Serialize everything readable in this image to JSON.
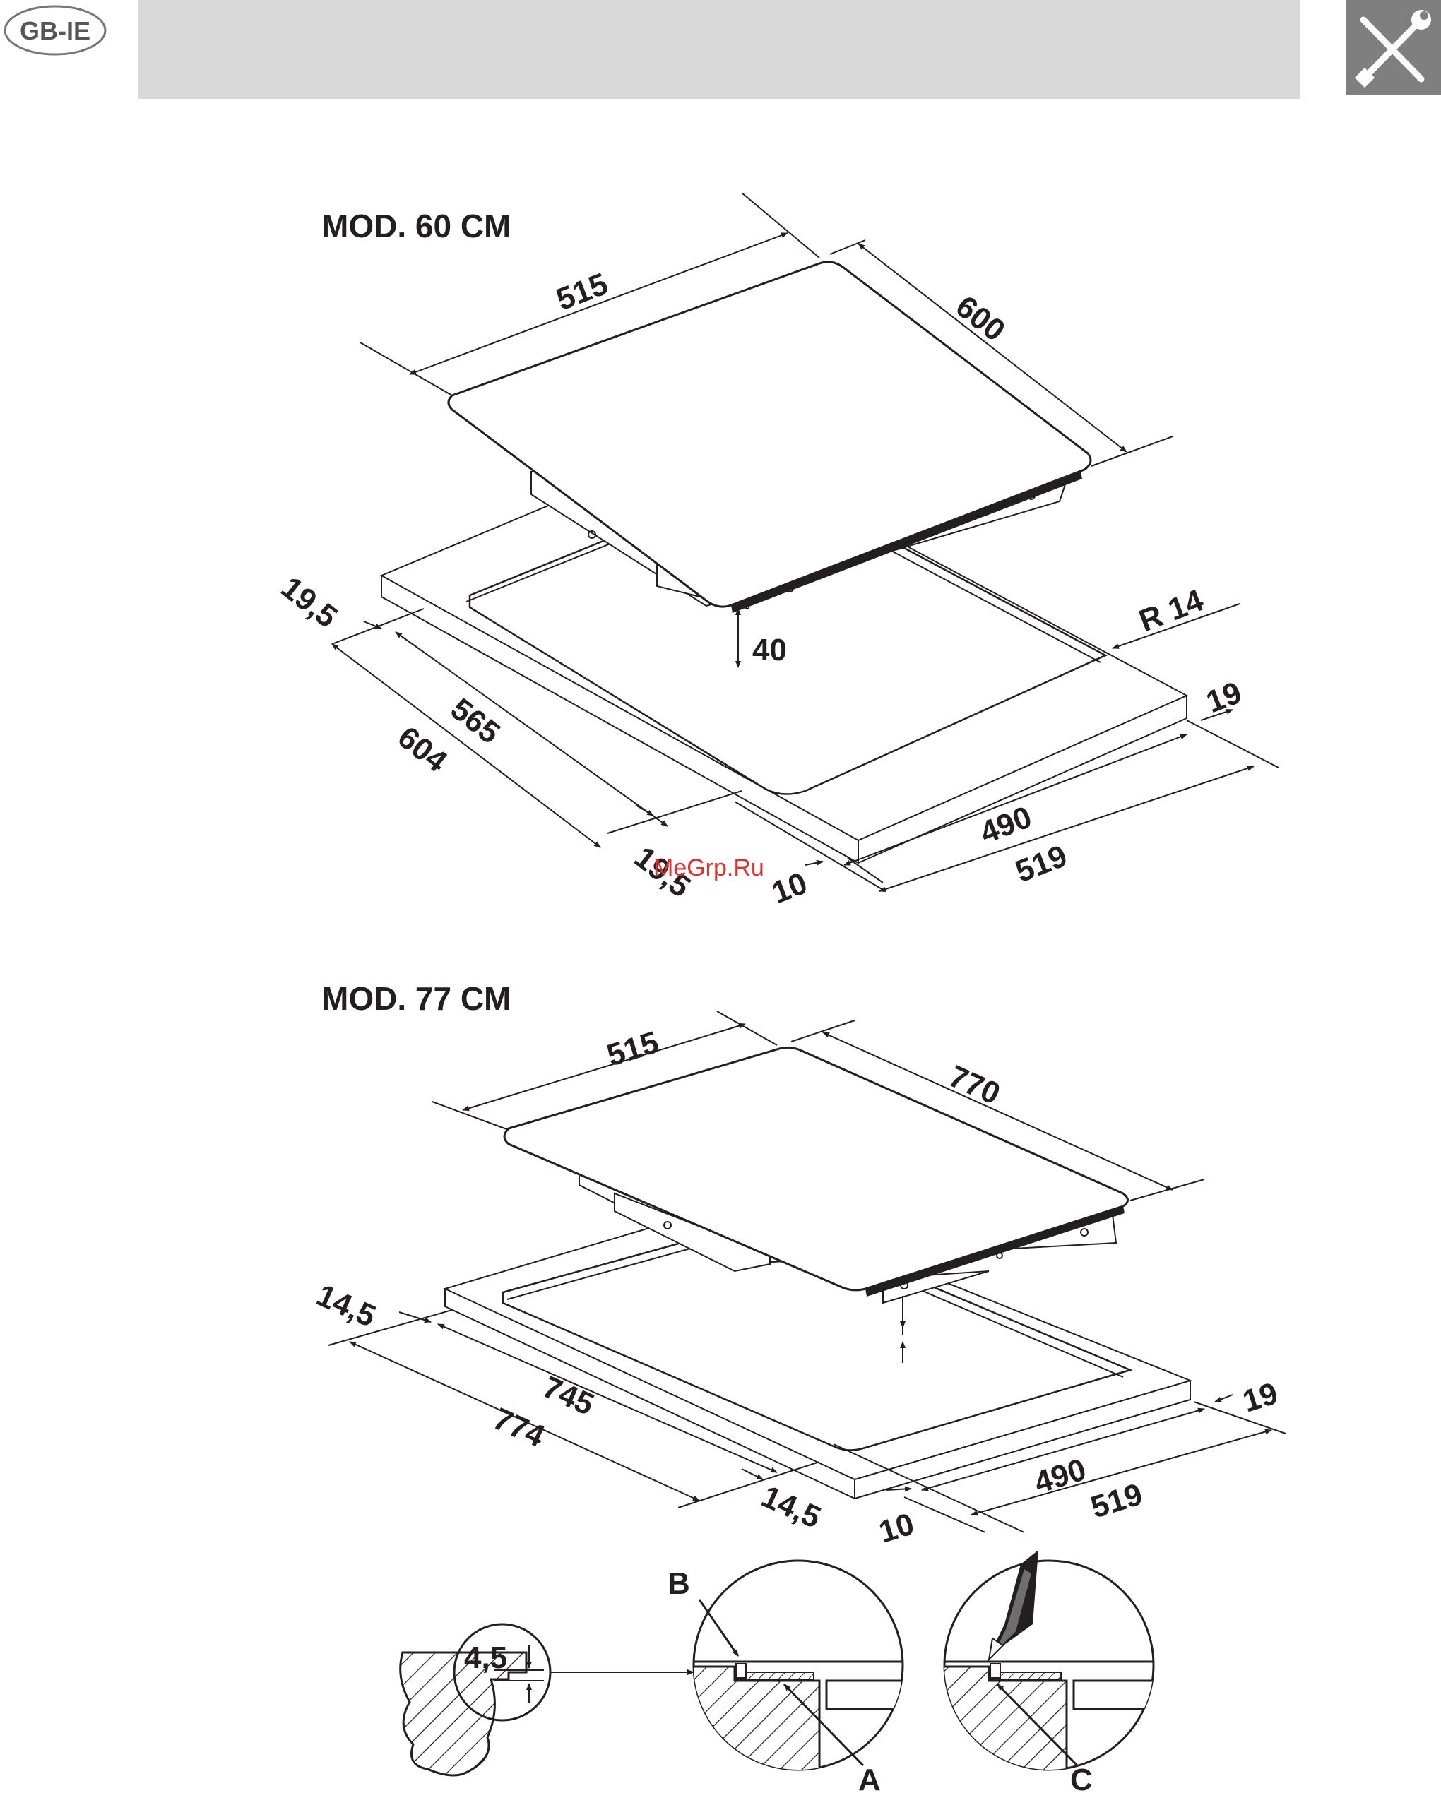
{
  "header": {
    "region_badge": "GB-IE",
    "tool_icon": "wrench-screwdriver-icon",
    "colors": {
      "bar": "#d9d9d9",
      "icon_bg": "#7f7f7f",
      "badge_text": "#555555"
    }
  },
  "diagram_60": {
    "title": "MOD. 60 CM",
    "hob_width": "515",
    "hob_depth": "600",
    "hob_height": "40",
    "corner_radius": "R 14",
    "side_margin_top": "19,5",
    "cutout_depth": "565",
    "worktop_depth": "604",
    "side_margin_bottom": "19,5",
    "front_gap": "10",
    "back_gap": "19",
    "cutout_width": "490",
    "overall_width": "519"
  },
  "diagram_77": {
    "title": "MOD. 77 CM",
    "hob_width": "515",
    "hob_depth": "770",
    "side_margin_top": "14,5",
    "cutout_depth": "745",
    "worktop_depth": "774",
    "side_margin_bottom": "14,5",
    "front_gap": "10",
    "back_gap": "19",
    "cutout_width": "490",
    "overall_width": "519"
  },
  "details": {
    "step_height": "4,5",
    "label_b": "B",
    "label_a": "A",
    "label_c": "C"
  },
  "watermark": "MeGrp.Ru"
}
